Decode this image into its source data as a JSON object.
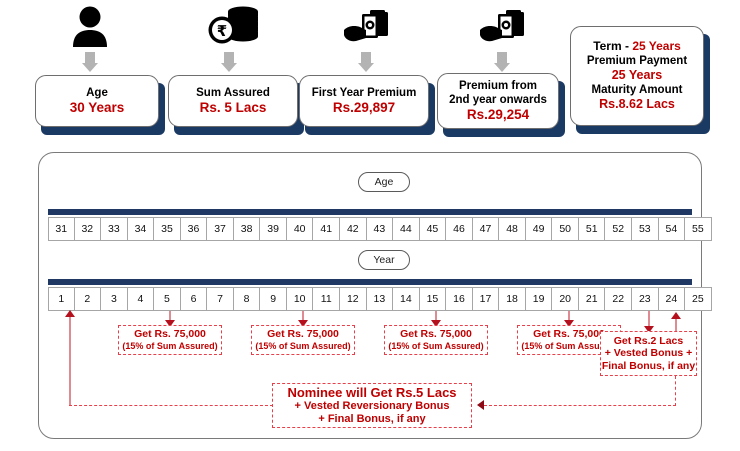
{
  "top_cards": [
    {
      "icon": "person-icon",
      "lines": [
        {
          "text": "Age",
          "style": "label"
        },
        {
          "text": "30 Years",
          "style": "value"
        }
      ]
    },
    {
      "icon": "rupee-coins-icon",
      "lines": [
        {
          "text": "Sum Assured",
          "style": "label"
        },
        {
          "text": "Rs. 5 Lacs",
          "style": "value"
        }
      ]
    },
    {
      "icon": "hand-cash-icon",
      "lines": [
        {
          "text": "First Year Premium",
          "style": "label"
        },
        {
          "text": "Rs.29,897",
          "style": "value"
        }
      ]
    },
    {
      "icon": "hand-cash-icon",
      "lines": [
        {
          "text": "Premium from",
          "style": "label"
        },
        {
          "text": "2nd year onwards",
          "style": "label"
        },
        {
          "text": "Rs.29,254",
          "style": "value"
        }
      ]
    }
  ],
  "summary_card": {
    "term_label": "Term  - ",
    "term_value": "25 Years",
    "premium_payment_label": "Premium Payment",
    "premium_payment_value": "25 Years",
    "maturity_label": "Maturity Amount",
    "maturity_value": "Rs.8.62 Lacs"
  },
  "timeline": {
    "age_pill": "Age",
    "year_pill": "Year",
    "ages": [
      31,
      32,
      33,
      34,
      35,
      36,
      37,
      38,
      39,
      40,
      41,
      42,
      43,
      44,
      45,
      46,
      47,
      48,
      49,
      50,
      51,
      52,
      53,
      54,
      55
    ],
    "years": [
      1,
      2,
      3,
      4,
      5,
      6,
      7,
      8,
      9,
      10,
      11,
      12,
      13,
      14,
      15,
      16,
      17,
      18,
      19,
      20,
      21,
      22,
      23,
      24,
      25
    ]
  },
  "payout_boxes": [
    {
      "year": 5,
      "line1": "Get Rs. 75,000",
      "line2": "(15% of Sum Assured)"
    },
    {
      "year": 10,
      "line1": "Get Rs. 75,000",
      "line2": "(15% of Sum Assured)"
    },
    {
      "year": 15,
      "line1": "Get Rs. 75,000",
      "line2": "(15% of Sum Assured)"
    },
    {
      "year": 20,
      "line1": "Get Rs. 75,000",
      "line2": "(15% of Sum Assured)"
    }
  ],
  "maturity_box": {
    "line1": "Get Rs.2 Lacs",
    "line2": "+ Vested Bonus +",
    "line3": "Final Bonus, if any"
  },
  "nominee_box": {
    "line1": "Nominee will Get Rs.5 Lacs",
    "line2": "+ Vested Reversionary Bonus",
    "line3": "+ Final Bonus, if any"
  },
  "colors": {
    "red": "#c00000",
    "dash_red": "#e8404a",
    "navy": "#1f3864",
    "card_shadow": "#1b3a63",
    "arrow_gray": "#b3b3b3"
  }
}
